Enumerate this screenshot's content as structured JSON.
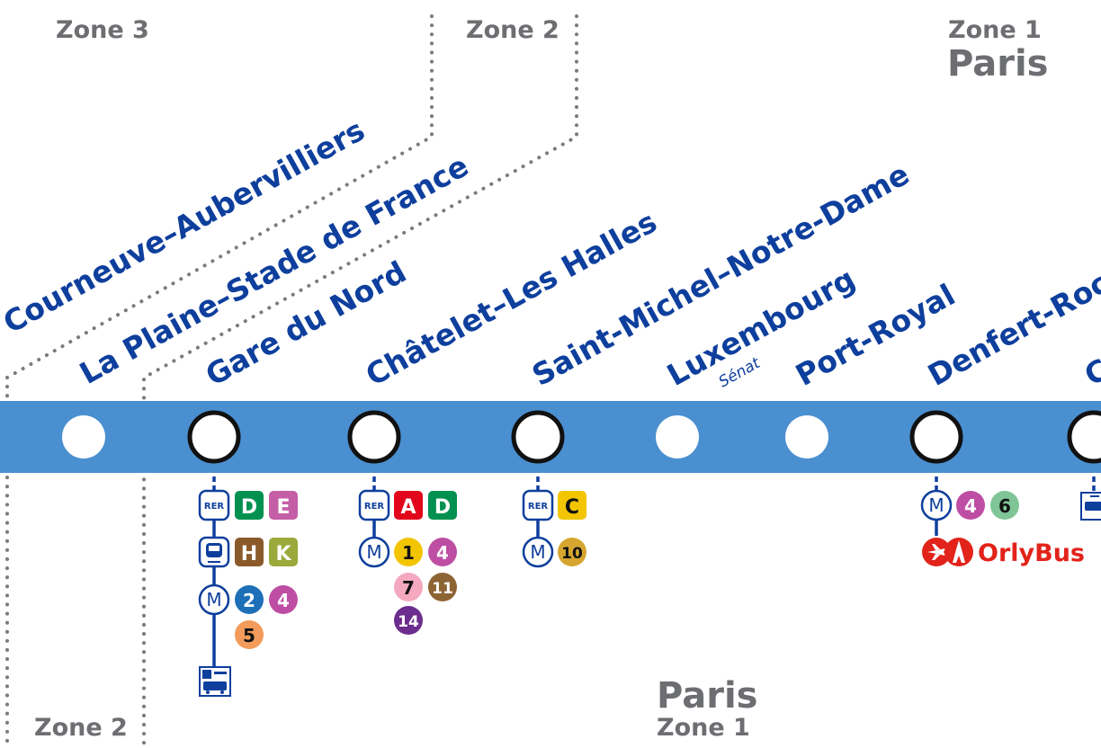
{
  "zones": {
    "top_left": "Zone 3",
    "top_mid": "Zone 2",
    "top_right_zone": "Zone 1",
    "top_right_city": "Paris",
    "bottom_left": "Zone 2",
    "bottom_mid_city": "Paris",
    "bottom_mid_zone": "Zone 1"
  },
  "colors": {
    "line": "#4a8fd0",
    "station_text": "#0e3f9d",
    "zone_text": "#6d6e71",
    "rer_A": "#e3051b",
    "rer_C": "#f2c500",
    "rer_D": "#00904f",
    "rer_E": "#c45ea6",
    "transilien_H": "#8b5a2b",
    "transilien_K": "#9aa93b",
    "metro_1": "#f2c500",
    "metro_2": "#1d6fb8",
    "metro_4": "#be4ea4",
    "metro_5": "#f29b5a",
    "metro_6": "#7fc596",
    "metro_7": "#f4a9c0",
    "metro_10": "#d5a52f",
    "metro_11": "#8d6433",
    "metro_14": "#6b2d8e",
    "orlybus": "#e2231a"
  },
  "stations": [
    {
      "name": "La Courneuve–Aubervilliers",
      "subtitle": "",
      "interchange": false
    },
    {
      "name": "La Plaine–Stade de France",
      "subtitle": "",
      "interchange": false
    },
    {
      "name": "Gare du Nord",
      "subtitle": "",
      "interchange": true
    },
    {
      "name": "Châtelet–Les Halles",
      "subtitle": "",
      "interchange": true
    },
    {
      "name": "Saint-Michel–Notre-Dame",
      "subtitle": "",
      "interchange": true
    },
    {
      "name": "Luxembourg",
      "subtitle": "Sénat",
      "interchange": false
    },
    {
      "name": "Port-Royal",
      "subtitle": "",
      "interchange": false
    },
    {
      "name": "Denfert-Rochereau",
      "subtitle": "",
      "interchange": true
    },
    {
      "name": "Cité Universitaire",
      "subtitle": "",
      "interchange": true
    }
  ],
  "connections": {
    "gare_du_nord": {
      "rer_icon": "RER",
      "rer": [
        "D",
        "E"
      ],
      "transilien": [
        "H",
        "K"
      ],
      "metro_icon": "M",
      "metro": [
        "2",
        "4",
        "5"
      ],
      "extra_icon": "bus-station-icon"
    },
    "chatelet": {
      "rer_icon": "RER",
      "rer": [
        "A",
        "D"
      ],
      "metro_icon": "M",
      "metro": [
        "1",
        "4",
        "7",
        "11",
        "14"
      ]
    },
    "saint_michel": {
      "rer_icon": "RER",
      "rer": [
        "C"
      ],
      "metro_icon": "M",
      "metro": [
        "10"
      ]
    },
    "denfert": {
      "metro_icon": "M",
      "metro": [
        "4",
        "6"
      ],
      "bus": "OrlyBus",
      "bus_icon": "plane-icon"
    }
  }
}
